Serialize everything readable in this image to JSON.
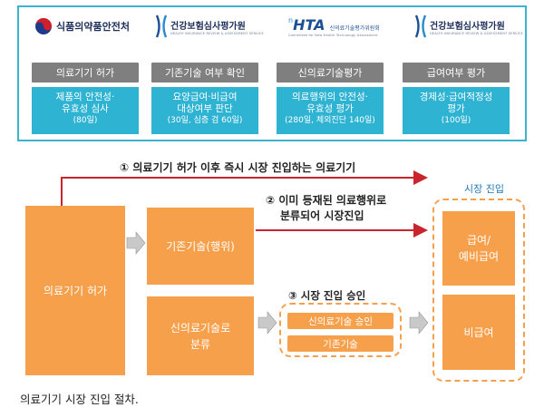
{
  "agencies": [
    {
      "logo": "식품의약품안전처",
      "logo_sub": "",
      "stage": "의료기기 허가",
      "body_lines": [
        "제품의 안전성·",
        "유효성 심사"
      ],
      "duration": "(80일)"
    },
    {
      "logo": "건강보험심사평가원",
      "logo_sub": "HEALTH INSURANCE REVIEW & ASSESSMENT SERVICE",
      "stage": "기존기술 여부 확인",
      "body_lines": [
        "요양급여·비급여",
        "대상여부 판단"
      ],
      "duration": "(30일, 심층 검 60일)"
    },
    {
      "logo": "HTA",
      "logo_prefix": "n",
      "logo_name": "신의료기술평가위원회",
      "logo_sub": "Committee for New Health Technology Assessment",
      "stage": "신의료기술평가",
      "body_lines": [
        "의료행위의 안전성·",
        "유효성 평가"
      ],
      "duration": "(280일, 체외진단 140일)"
    },
    {
      "logo": "건강보험심사평가원",
      "logo_sub": "HEALTH INSURANCE REVIEW & ASSESSMENT SERVICE",
      "stage": "급여여부 평가",
      "body_lines": [
        "경제성·급여적정성",
        "평가"
      ],
      "duration": "(100일)"
    }
  ],
  "flow": {
    "caption1_num": "①",
    "caption1": "의료기기 허가 이후 즉시 시장 진입하는 의료기기",
    "caption2_num": "②",
    "caption2_line1": "이미 등재된 의료행위로",
    "caption2_line2": "분류되어 시장진입",
    "caption3_num": "③",
    "caption3": "시장 진입 승인",
    "market_entry": "시장 진입",
    "approval_box": "의료기기 허가",
    "existing_box": "기존기술(행위)",
    "new_box_line1": "신의료기술로",
    "new_box_line2": "분류",
    "pill_new": "신의료기술 승인",
    "pill_existing": "기존기술",
    "right_top_line1": "급여/",
    "right_top_line2": "예비급여",
    "right_bottom": "비급여"
  },
  "footer_caption": "의료기기 시장 진입 절차.",
  "colors": {
    "cyan": "#2fb3d3",
    "orange": "#f7a04c",
    "gray": "#7f7f7f",
    "red": "#c8262c",
    "navy": "#1e2f5a"
  }
}
